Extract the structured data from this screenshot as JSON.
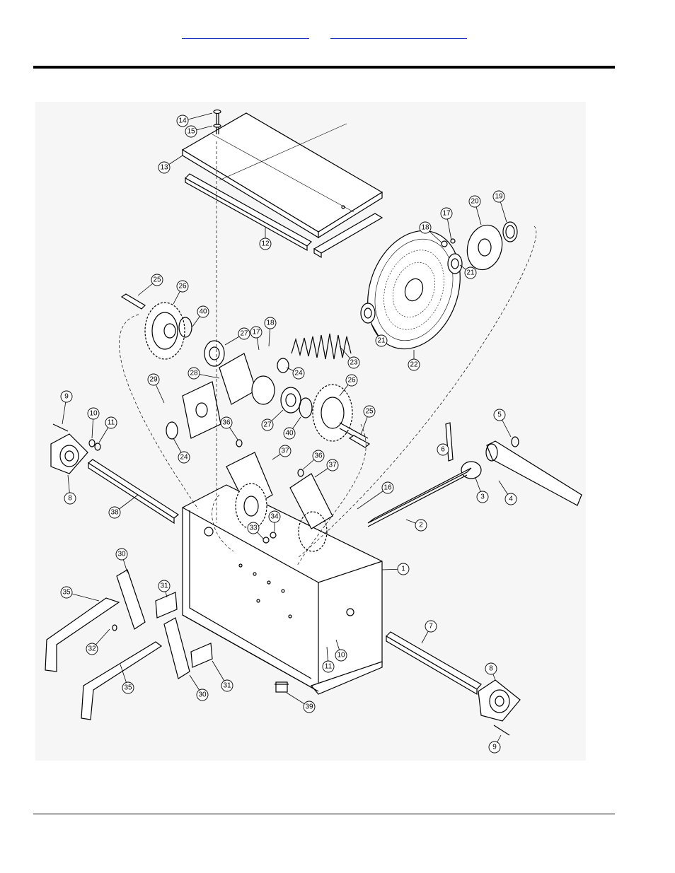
{
  "header": {
    "links": [
      "",
      ""
    ]
  },
  "diagram": {
    "callouts": [
      "1",
      "2",
      "3",
      "4",
      "5",
      "6",
      "7",
      "8",
      "8",
      "9",
      "9",
      "10",
      "10",
      "11",
      "11",
      "12",
      "13",
      "14",
      "15",
      "16",
      "17",
      "17",
      "18",
      "18",
      "19",
      "20",
      "21",
      "21",
      "22",
      "23",
      "24",
      "24",
      "25",
      "25",
      "26",
      "26",
      "27",
      "27",
      "28",
      "29",
      "30",
      "30",
      "31",
      "31",
      "32",
      "33",
      "34",
      "35",
      "35",
      "36",
      "36",
      "37",
      "37",
      "38",
      "39",
      "40",
      "40"
    ]
  }
}
